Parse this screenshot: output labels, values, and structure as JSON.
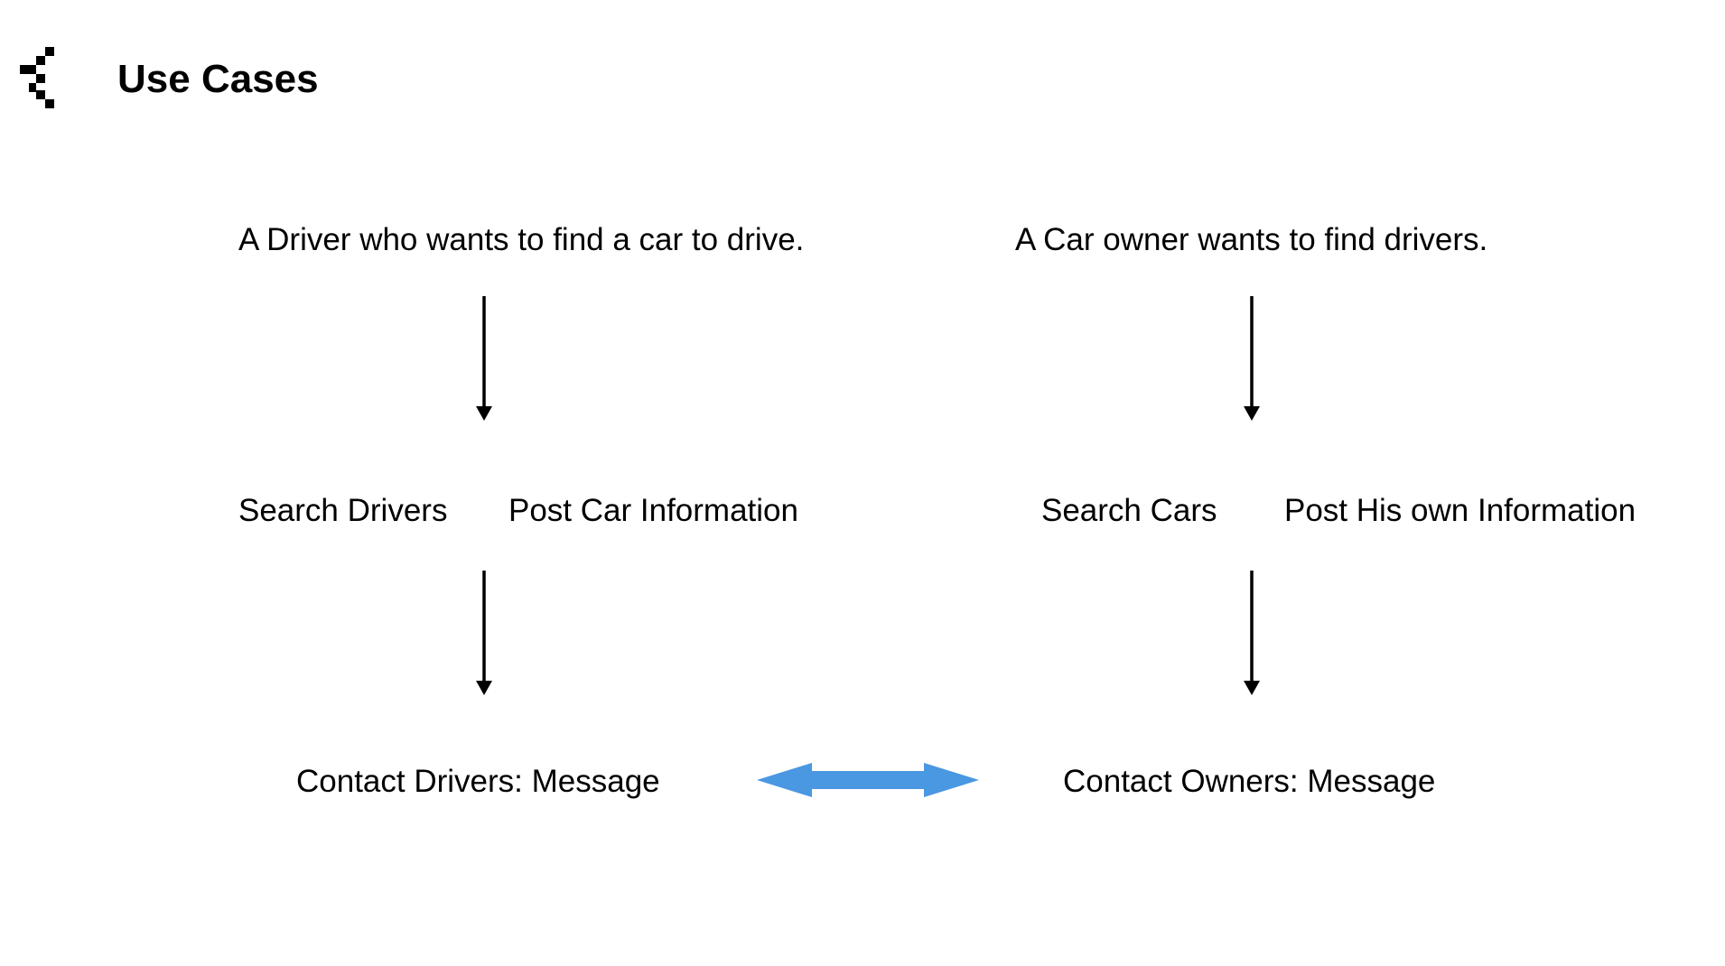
{
  "slide": {
    "title": "Use Cases",
    "logo_icon": "pixel-step-chevron-icon"
  },
  "diagram": {
    "driver": {
      "goal": "A Driver who wants to find a car to drive.",
      "action_search": "Search Drivers",
      "action_post": "Post Car Information",
      "contact": "Contact Drivers: Message"
    },
    "owner": {
      "goal": "A Car owner wants to find drivers.",
      "action_search": "Search Cars",
      "action_post": "Post His own Information",
      "contact": "Contact Owners: Message"
    },
    "colors": {
      "text": "#000000",
      "flow_arrow": "#000000",
      "connector_arrow": "#4A97E2"
    }
  }
}
